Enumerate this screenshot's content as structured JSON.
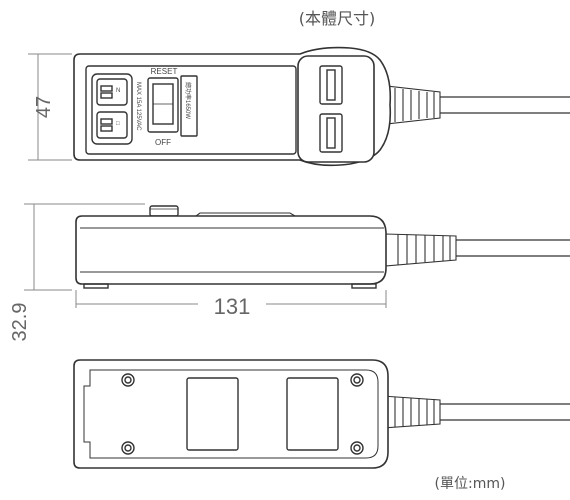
{
  "title": "(本體尺寸)",
  "unit_label": "(單位:mm)",
  "dimensions": {
    "height": "47",
    "thickness": "32.9",
    "length": "131"
  },
  "top_view": {
    "reset_label": "RESET",
    "off_label": "OFF",
    "rating_label": "MAX 15A 125VAC",
    "power_label": "總功率1650W",
    "socket_marks": [
      "N",
      "□"
    ]
  },
  "colors": {
    "line": "#333333",
    "dim_line": "#888888",
    "text": "#555555"
  }
}
